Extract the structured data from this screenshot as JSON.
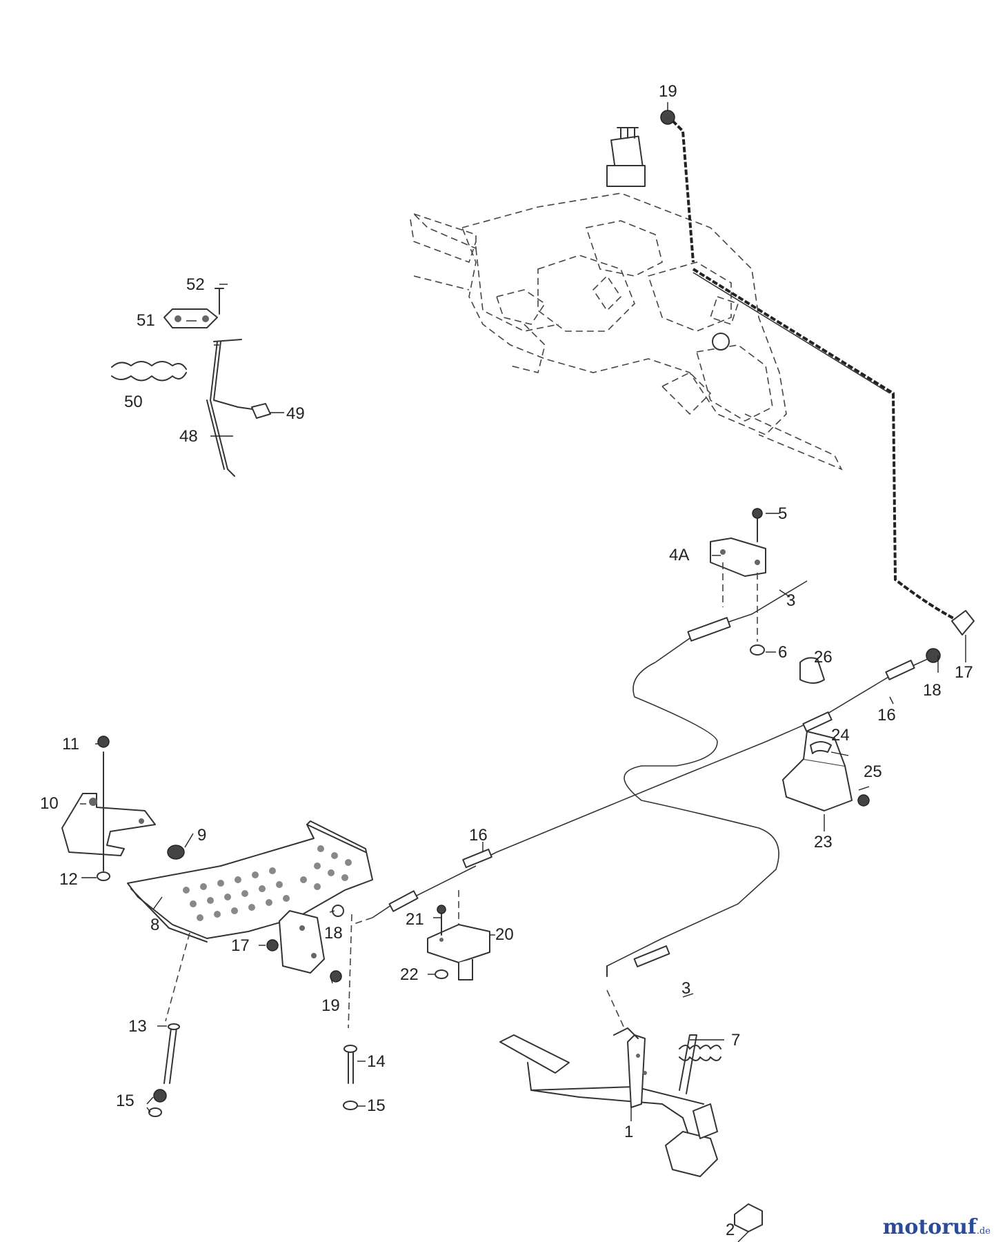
{
  "callouts": {
    "c1": "1",
    "c2": "2",
    "c3a": "3",
    "c3b": "3",
    "c4a": "4A",
    "c5": "5",
    "c6": "6",
    "c7": "7",
    "c8": "8",
    "c9": "9",
    "c10": "10",
    "c11": "11",
    "c12": "12",
    "c13": "13",
    "c14": "14",
    "c15a": "15",
    "c15b": "15",
    "c16a": "16",
    "c16b": "16",
    "c17a": "17",
    "c17b": "17",
    "c18a": "18",
    "c18b": "18",
    "c19a": "19",
    "c19b": "19",
    "c20": "20",
    "c21": "21",
    "c22": "22",
    "c23": "23",
    "c24": "24",
    "c25": "25",
    "c26": "26",
    "c48": "48",
    "c49": "49",
    "c50": "50",
    "c51": "51",
    "c52": "52"
  },
  "watermark": {
    "name": "motoruf",
    "suffix": ".de",
    "color": "#2a4a9a"
  }
}
